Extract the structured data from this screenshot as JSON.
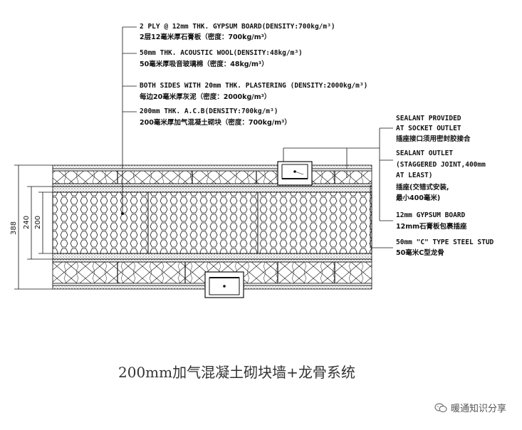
{
  "callouts_top": [
    {
      "en": "2 PLY @ 12mm THK. GYPSUM BOARD(DENSITY:700kg/m³)",
      "cn": "2层12毫米厚石膏板（密度：700kg/m³）"
    },
    {
      "en": "50mm THK. ACOUSTIC WOOL(DENSITY:48kg/m³)",
      "cn": "50毫米厚吸音玻璃棉（密度：48kg/m³）"
    },
    {
      "en": "BOTH SIDES WITH 20mm THK. PLASTERING (DENSITY:2000kg/m³)",
      "cn": "每边20毫米厚灰泥（密度：2000kg/m³）"
    },
    {
      "en": "200mm THK. A.C.B(DENSITY:700kg/m³)",
      "cn": "200毫米厚加气混凝土砌块（密度：700kg/m³）"
    }
  ],
  "callouts_right": [
    {
      "lines": [
        "SEALANT PROVIDED",
        "AT SOCKET OUTLET",
        "插座接口须用密封胶接合"
      ]
    },
    {
      "lines": [
        "SEALANT OUTLET",
        "(STAGGERED JOINT,400mm",
        "AT LEAST)",
        "插座(交错式安装,",
        "最小400毫米)"
      ]
    },
    {
      "lines": [
        "12mm GYPSUM BOARD",
        "12mm石膏板包裹插座"
      ]
    },
    {
      "lines": [
        "50mm \"C\" TYPE STEEL STUD",
        "50毫米C型龙骨"
      ]
    }
  ],
  "dimensions": {
    "overall": "388",
    "plaster": "240",
    "block": "200"
  },
  "caption": "200mm加气混凝土砌块墙+龙骨系统",
  "watermark": "暖通知识分享"
}
